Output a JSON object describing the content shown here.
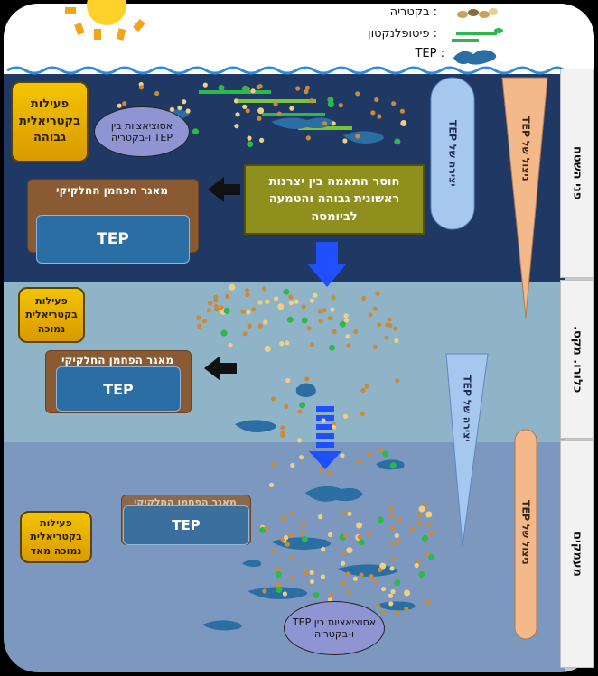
{
  "legend": {
    "bacteria": ": בקטריה",
    "phytoplankton": ": פיטופלנקטון",
    "tep": "TEP :"
  },
  "zones": {
    "surface": "פני השטח",
    "mid": "כלורו. מקס.",
    "deep": "מעמקים"
  },
  "surface": {
    "activity": "פעילות בקטריאלית גבוהה",
    "association": "אסוציאציות בין TEP ו-בקטריה",
    "mismatch": "חוסר התאמה בין יצרנות ראשונית גבוהה והטמעה לביומסה",
    "pool_title": "מאגר הפחמן החלקיקי",
    "pool_tep": "TEP",
    "formation": "יצירה של TEP",
    "utilization": "ניצול של TEP"
  },
  "mid": {
    "activity": "פעילות בקטריאלית נמוכה",
    "pool_title": "מאגר הפחמן החלקיקי",
    "pool_tep": "TEP",
    "formation": "יצירה של TEP"
  },
  "deep": {
    "activity": "פעילות בקטריאלית נמוכה מאד",
    "pool_title": "מאגר הפחמן החלקיקי",
    "pool_tep": "TEP",
    "association": "אסוציאציות בין TEP ו-בקטריה",
    "utilization": "ניצול של TEP"
  },
  "colors": {
    "surface": "#1f3864",
    "mid": "#8fb4c7",
    "deep": "#7d98bf",
    "gold": "#e5b000",
    "arrow_blue": "#1f4fff",
    "tep_blue": "#2a6ea4",
    "bacteria": "#f0d080",
    "phyto": "#2db84a"
  }
}
